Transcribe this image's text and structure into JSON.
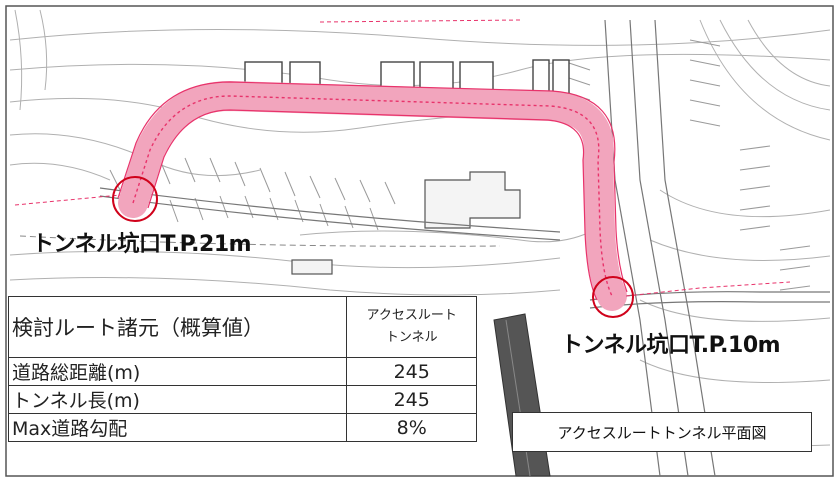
{
  "labels": {
    "portal_west": "トンネル坑口T.P.21m",
    "portal_east": "トンネル坑口T.P.10m",
    "plan_title": "アクセスルートトンネル平面図"
  },
  "table": {
    "header": {
      "label": "検討ルート諸元（概算値）",
      "column_line1": "アクセスルート",
      "column_line2": "トンネル"
    },
    "rows": [
      {
        "label": "道路総距離(m)",
        "value": "245"
      },
      {
        "label": "トンネル長(m)",
        "value": "245"
      },
      {
        "label": "Max道路勾配",
        "value": "8%"
      }
    ]
  },
  "colors": {
    "route": "#e8336b",
    "portal_circle": "#d0021b",
    "drawing": "#9a9a9a"
  }
}
